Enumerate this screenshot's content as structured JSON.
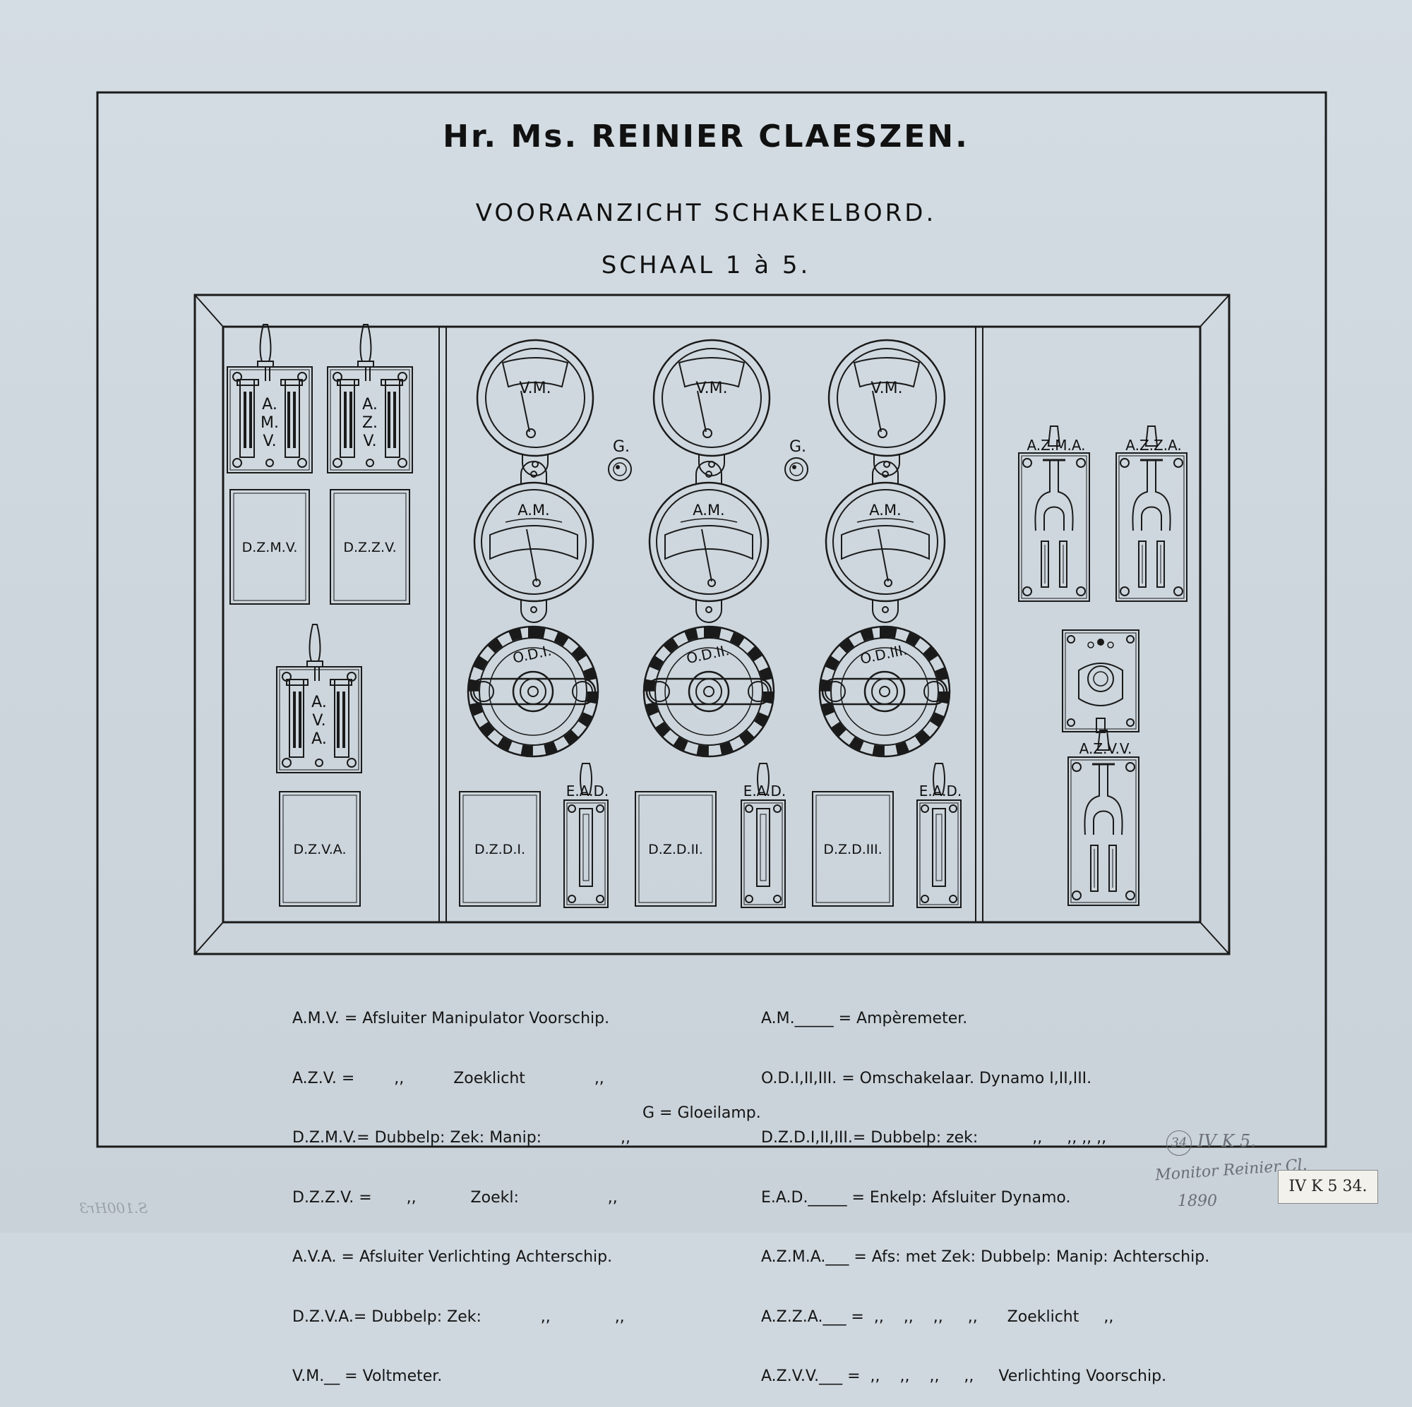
{
  "title": "Hr. Ms. REINIER CLAESZEN.",
  "subtitle": "VOORAANZICHT SCHAKELBORD.",
  "scale": "SCHAAL 1 à 5.",
  "left_panel": {
    "switches": [
      {
        "id": "amv",
        "letters": [
          "A.",
          "M.",
          "V."
        ]
      },
      {
        "id": "azv",
        "letters": [
          "A.",
          "Z.",
          "V."
        ]
      },
      {
        "id": "ava",
        "letters": [
          "A.",
          "V.",
          "A."
        ]
      }
    ],
    "boxes": [
      "D.Z.M.V.",
      "D.Z.Z.V.",
      "D.Z.V.A."
    ]
  },
  "center_panel": {
    "voltmeter_label": "V.M.",
    "ammeter_label": "A.M.",
    "lamp_label": "G.",
    "dial_labels": [
      "O.D.I.",
      "O.D.II.",
      "O.D.III."
    ],
    "boxes": [
      "D.Z.D.I.",
      "D.Z.D.II.",
      "D.Z.D.III."
    ],
    "switch_label": "E.A.D."
  },
  "right_panel": {
    "switch_labels": [
      "A.Z.M.A.",
      "A.Z.Z.A.",
      "A.Z.V.V."
    ]
  },
  "legend_left": [
    "A.M.V. = Afsluiter Manipulator Voorschip.",
    "A.Z.V. =        ,,          Zoeklicht              ,,",
    "D.Z.M.V.= Dubbelp: Zek: Manip:                ,,",
    "D.Z.Z.V. =       ,,           Zoekl:                  ,,",
    "A.V.A. = Afsluiter Verlichting Achterschip.",
    "D.Z.V.A.= Dubbelp: Zek:            ,,             ,,",
    "V.M.__ = Voltmeter."
  ],
  "legend_right": [
    "A.M._____ = Ampèremeter.",
    "O.D.I,II,III. = Omschakelaar. Dynamo I,II,III.",
    "D.Z.D.I,II,III.= Dubbelp: zek:           ,,     ,, ,, ,,",
    "E.A.D._____ = Enkelp: Afsluiter Dynamo.",
    "A.Z.M.A.___ = Afs: met Zek: Dubbelp: Manip: Achterschip.",
    "A.Z.Z.A.___ =  ,,    ,,    ,,     ,,      Zoeklicht     ,,",
    "A.Z.V.V.___ =  ,,    ,,    ,,     ,,     Verlichting Voorschip."
  ],
  "legend_bottom": "G = Gloeilamp.",
  "annotations": {
    "catalog_circle": "34",
    "catalog_hand": "IV K 5.",
    "hand_note": "Monitor Reinier Cl.",
    "hand_year": "1890",
    "label": "IV K 5  34.",
    "edge_stamp": "S.100Hr3"
  }
}
